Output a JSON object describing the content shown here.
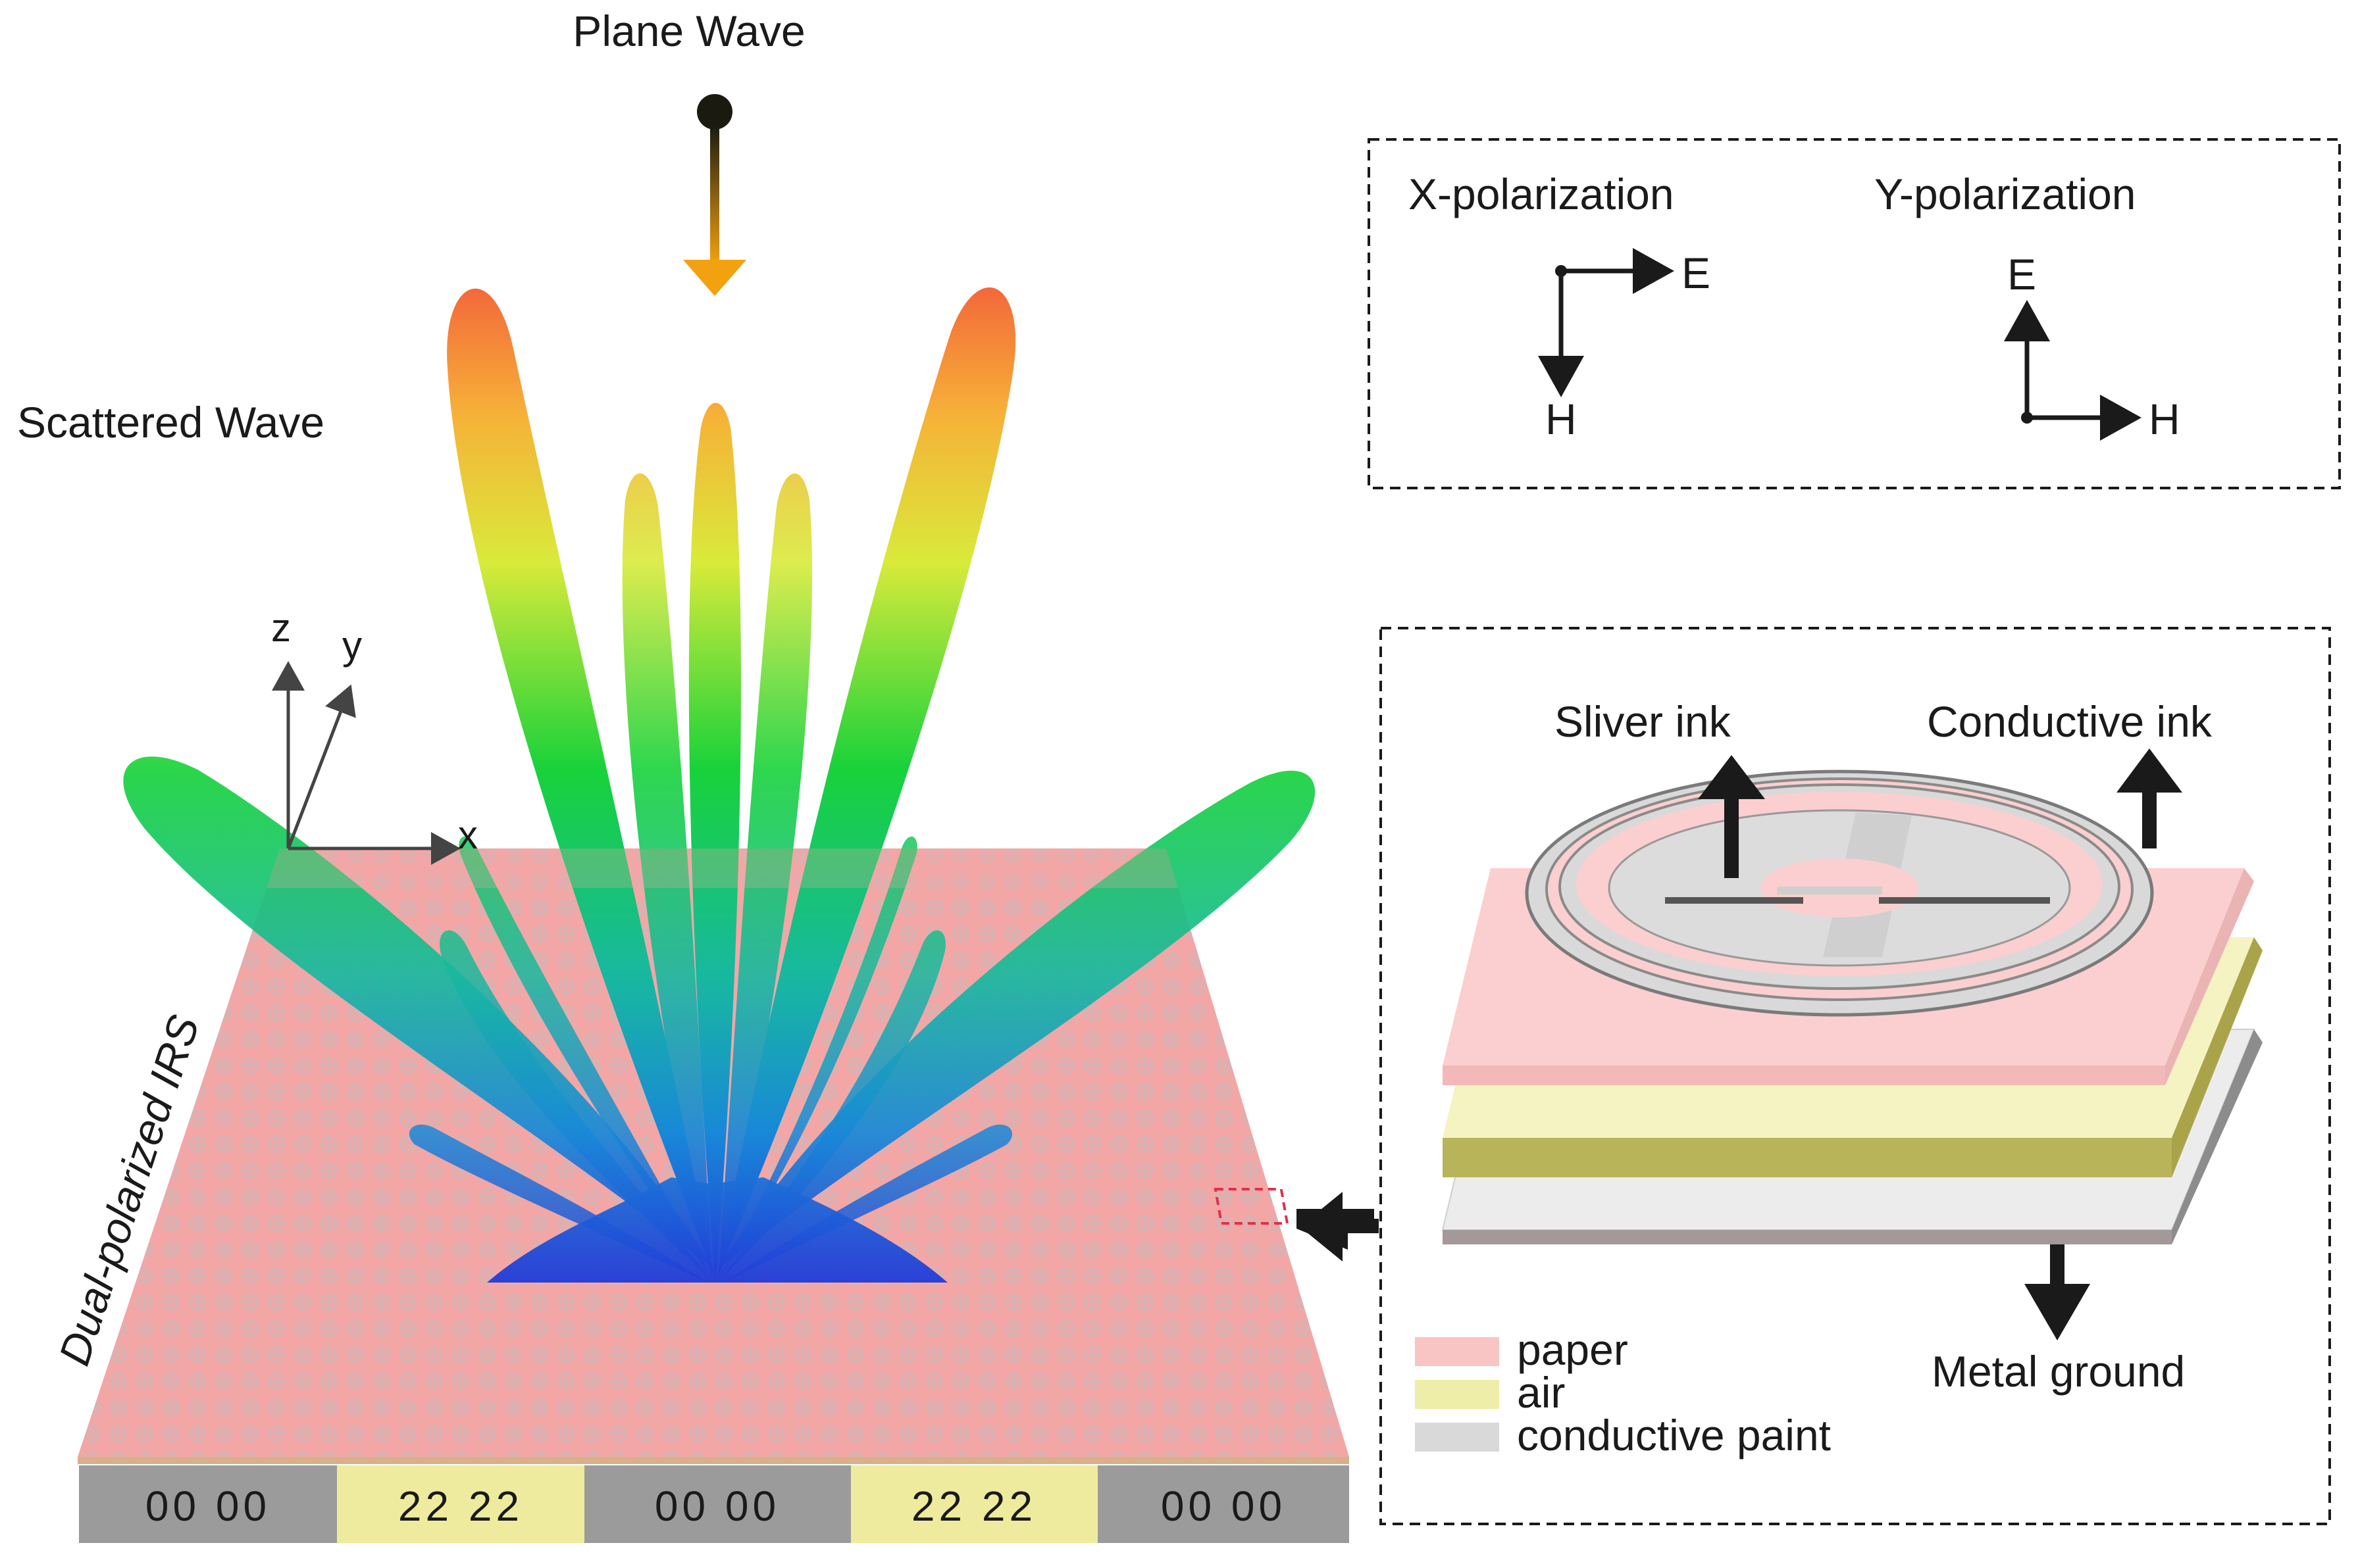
{
  "incident": {
    "label": "Plane Wave"
  },
  "scattered": {
    "label": "Scattered Wave"
  },
  "surface": {
    "label": "Dual-polarized IRS"
  },
  "axes": {
    "x": "x",
    "y": "y",
    "z": "z"
  },
  "coding": {
    "segments": [
      {
        "code": "00 00",
        "color": "#9b9b9b"
      },
      {
        "code": "22 22",
        "color": "#eeeb9e"
      },
      {
        "code": "00 00",
        "color": "#9b9b9b"
      },
      {
        "code": "22 22",
        "color": "#eeeb9e"
      },
      {
        "code": "00 00",
        "color": "#9b9b9b"
      }
    ]
  },
  "polarization": {
    "x": {
      "title": "X-polarization",
      "e": "E",
      "h": "H"
    },
    "y": {
      "title": "Y-polarization",
      "e": "E",
      "h": "H"
    }
  },
  "unit_cell": {
    "callouts": {
      "silver": "Sliver ink",
      "conductive": "Conductive ink",
      "ground": "Metal ground"
    },
    "legend": [
      {
        "label": "paper",
        "color": "#f8c4c4"
      },
      {
        "label": "air",
        "color": "#eeeea8"
      },
      {
        "label": "conductive paint",
        "color": "#d9d9d9"
      }
    ]
  },
  "colors": {
    "lobe_top": "#f2533a",
    "lobe_mid": "#18d23a",
    "lobe_base": "#2540d8",
    "incident_arrow": "#f2a10f",
    "irs_surface": "#f3a6a6"
  }
}
